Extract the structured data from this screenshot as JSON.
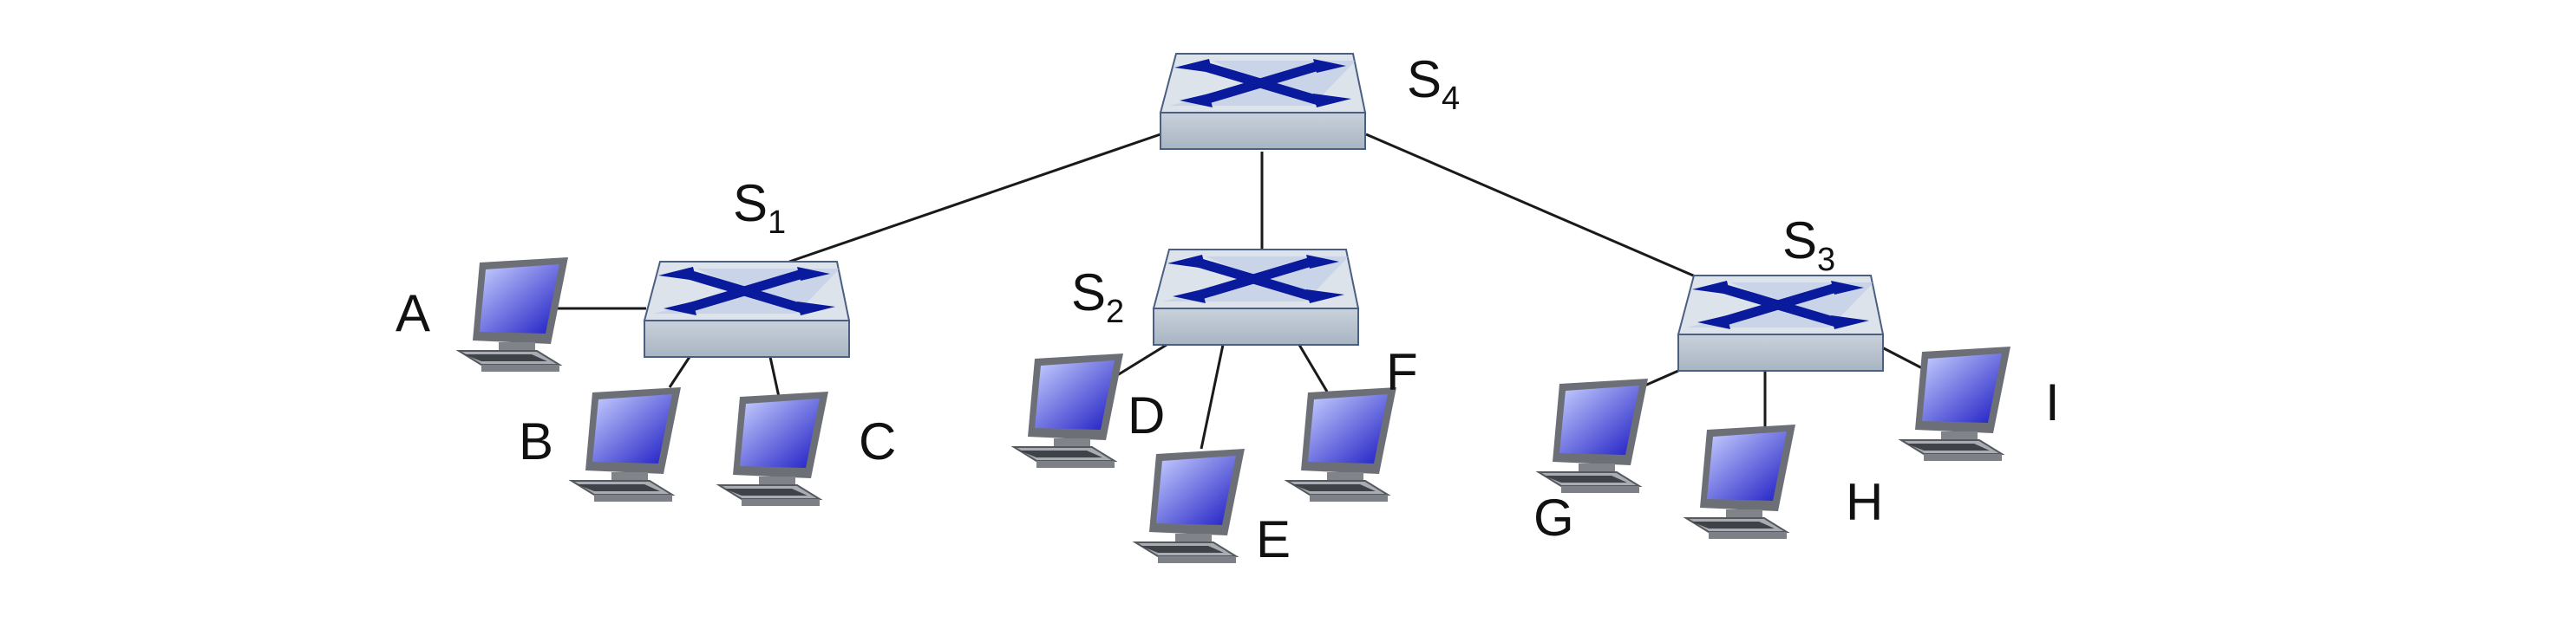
{
  "colors": {
    "switch_top": "#dde3ea",
    "switch_front": "#b9c3cf",
    "switch_outline": "#4a5f82",
    "switch_arrows": "#0a1a9c",
    "screen_light": "#c8d0ff",
    "screen_dark": "#1d1cc4",
    "computer_body": "#a9adb3",
    "link": "#1a1a1a"
  },
  "switches": [
    {
      "id": "S4",
      "letter": "S",
      "sub": "4",
      "icon": "switch-icon"
    },
    {
      "id": "S1",
      "letter": "S",
      "sub": "1",
      "icon": "switch-icon"
    },
    {
      "id": "S2",
      "letter": "S",
      "sub": "2",
      "icon": "switch-icon"
    },
    {
      "id": "S3",
      "letter": "S",
      "sub": "3",
      "icon": "switch-icon"
    }
  ],
  "hosts": [
    {
      "id": "A",
      "label": "A",
      "icon": "computer-icon"
    },
    {
      "id": "B",
      "label": "B",
      "icon": "computer-icon"
    },
    {
      "id": "C",
      "label": "C",
      "icon": "computer-icon"
    },
    {
      "id": "D",
      "label": "D",
      "icon": "computer-icon"
    },
    {
      "id": "E",
      "label": "E",
      "icon": "computer-icon"
    },
    {
      "id": "F",
      "label": "F",
      "icon": "computer-icon"
    },
    {
      "id": "G",
      "label": "G",
      "icon": "computer-icon"
    },
    {
      "id": "H",
      "label": "H",
      "icon": "computer-icon"
    },
    {
      "id": "I",
      "label": "I",
      "icon": "computer-icon"
    }
  ],
  "links": [
    [
      "S4",
      "S1"
    ],
    [
      "S4",
      "S2"
    ],
    [
      "S4",
      "S3"
    ],
    [
      "S1",
      "A"
    ],
    [
      "S1",
      "B"
    ],
    [
      "S1",
      "C"
    ],
    [
      "S2",
      "D"
    ],
    [
      "S2",
      "E"
    ],
    [
      "S2",
      "F"
    ],
    [
      "S3",
      "G"
    ],
    [
      "S3",
      "H"
    ],
    [
      "S3",
      "I"
    ]
  ]
}
